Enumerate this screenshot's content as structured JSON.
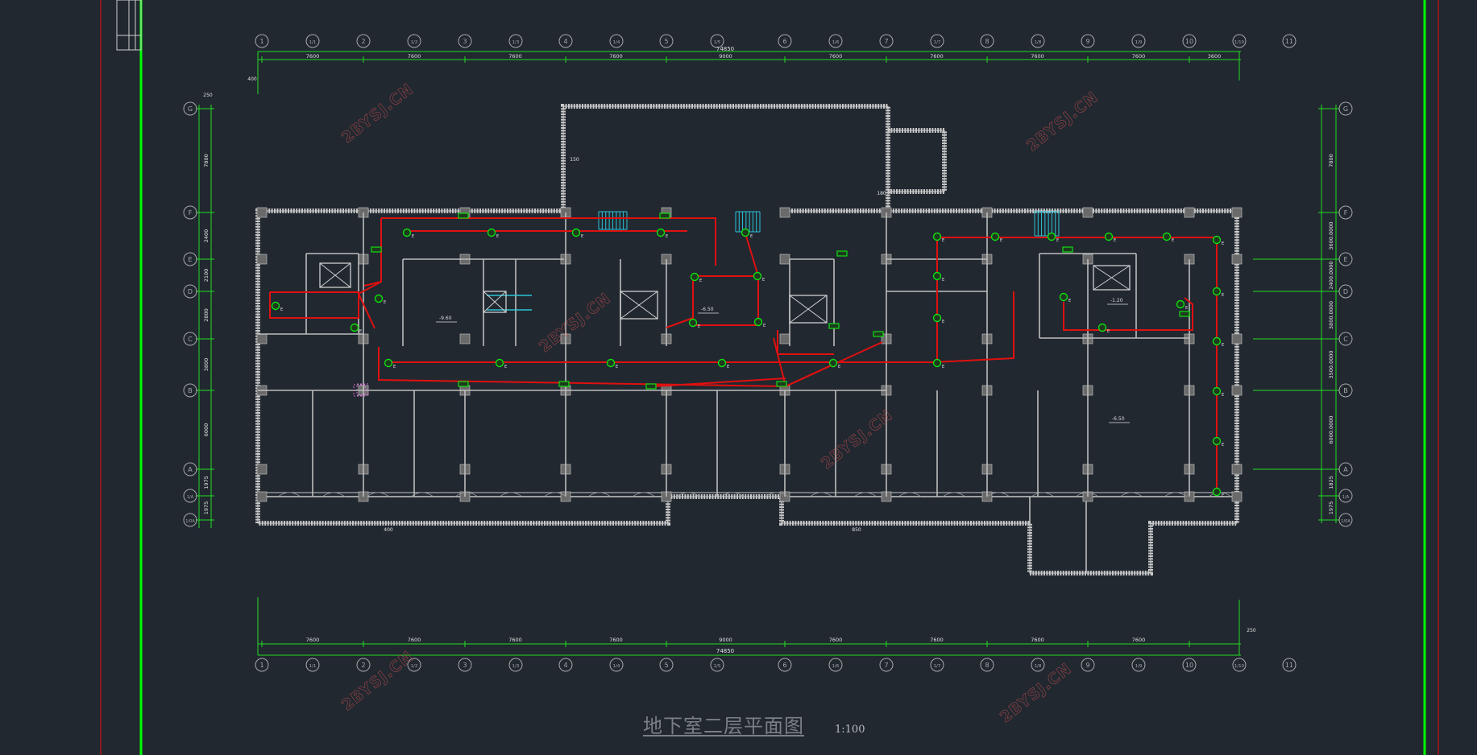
{
  "drawing_title": "地下室二层平面图",
  "drawing_scale": "1:100",
  "watermark_text": "2BYSJ.CN",
  "total_dimension": "74850",
  "column_axes": [
    "1",
    "1/1",
    "2",
    "1/2",
    "3",
    "1/3",
    "4",
    "1/4",
    "5",
    "1/5",
    "6",
    "1/6",
    "7",
    "1/7",
    "8",
    "1/8",
    "9",
    "1/9",
    "10",
    "1/10",
    "11"
  ],
  "row_axes": [
    "G",
    "F",
    "E",
    "D",
    "C",
    "B",
    "A",
    "1/A",
    "1/0A"
  ],
  "top_dimensions": [
    "7600",
    "7600",
    "7600",
    "7600",
    "9000",
    "7600",
    "7600",
    "7600",
    "7600",
    "3600"
  ],
  "bottom_dimensions": [
    "7600",
    "7600",
    "7600",
    "7600",
    "9000",
    "7600",
    "7600",
    "7600",
    "7600"
  ],
  "left_dimensions": [
    "7800",
    "2400",
    "2100",
    "2800",
    "3800",
    "6000",
    "1975",
    "1975"
  ],
  "right_dimensions": [
    "7800",
    "3600.0000",
    "2400.0000",
    "3800.0000",
    "3500.0000",
    "6000.0000",
    "1825",
    "1975"
  ],
  "misc_dimensions": [
    "400",
    "250",
    "150",
    "180",
    "400",
    "850",
    "250"
  ],
  "elevations": [
    "-9.60",
    "-6.50",
    "-6.50",
    "-1.20"
  ],
  "device_label": "E",
  "colors": {
    "background": "#212830",
    "wall": "#c8c8c8",
    "dimension": "#22dd22",
    "frame_green": "#00ff00",
    "frame_red": "#cc1111",
    "wiring": "#e01010",
    "device": "#11dd11",
    "stair": "#2ac4d8",
    "watermark": "#ff7f7f"
  }
}
